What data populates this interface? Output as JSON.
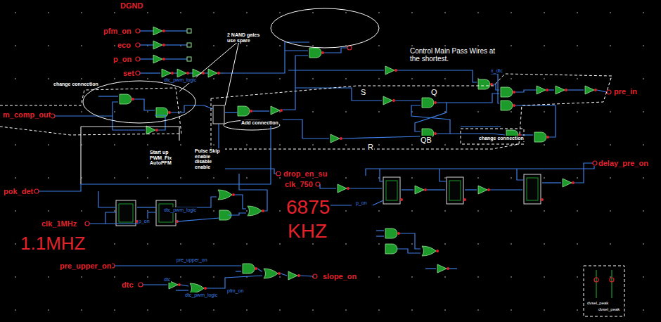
{
  "diagram": {
    "labels": [
      "DGND",
      "pfm_on",
      "eco",
      "p_on",
      "set",
      "dtc_pwm_logic",
      "change connection",
      "2 NAND gates use spare",
      "Control Main Pass Wires at the shortest.",
      "S",
      "Q",
      "QB",
      "R",
      "Add connection",
      "change connection",
      "x_dtc",
      "pre_in",
      "m_comp_out",
      "Start up PWM_Fix AutoPFM",
      "Pulse Skip enable disable enable",
      "pok_det",
      "clk_1MHz",
      "1.1MHZ",
      "drop_en_su",
      "clk_750",
      "6875",
      "KHZ",
      "p_on",
      "dtc_pwm_logic",
      "p_on",
      "delay_pre_on",
      "pre_upper_on",
      "pre_upper_on",
      "dtc",
      "dtc",
      "dtc_pwm_logic",
      "pfm_on",
      "slope_on",
      "dvsel_peak",
      "dvsel_peak"
    ]
  }
}
